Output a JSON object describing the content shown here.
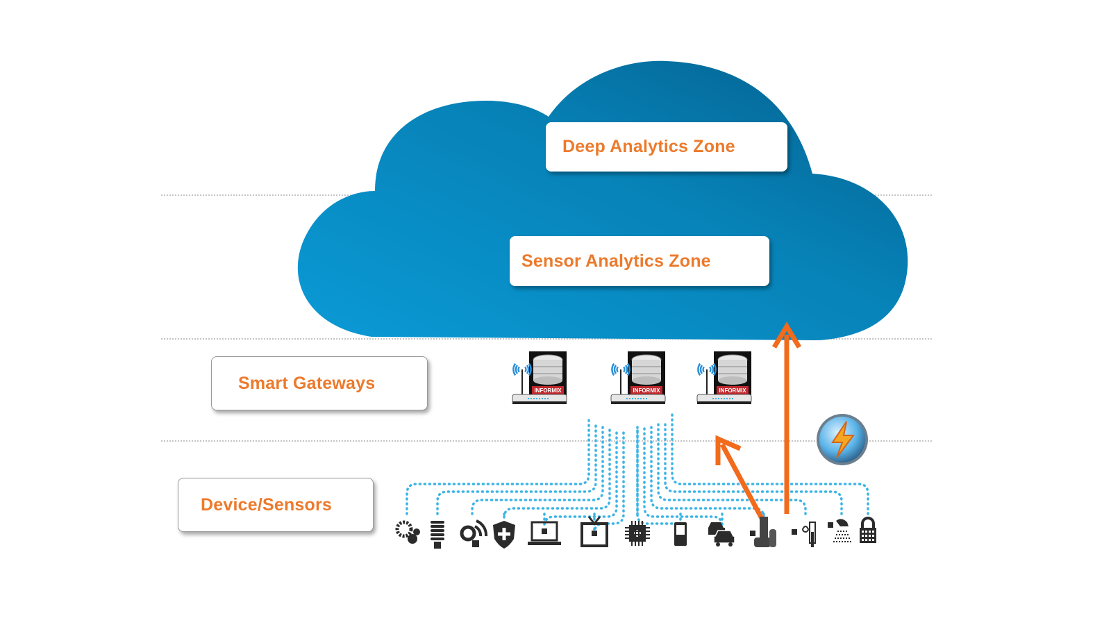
{
  "colors": {
    "accent_orange": "#ec7a2c",
    "cloud_blue_light": "#0a93cc",
    "cloud_blue_dark": "#05608f",
    "connector_blue": "#3cb4e6",
    "arrow_orange": "#f26a1b"
  },
  "zones": {
    "deep_analytics": "Deep Analytics Zone",
    "sensor_analytics": "Sensor Analytics Zone"
  },
  "layers": {
    "smart_gateways": "Smart Gateways",
    "device_sensors": "Device/Sensors"
  },
  "gateways": [
    {
      "badge": "INFORMIX",
      "icon": "wifi-router-database-icon"
    },
    {
      "badge": "INFORMIX",
      "icon": "wifi-router-database-icon"
    },
    {
      "badge": "INFORMIX",
      "icon": "wifi-router-database-icon"
    }
  ],
  "devices": [
    {
      "icon": "gears-icon"
    },
    {
      "icon": "light-bulb-icon"
    },
    {
      "icon": "wireless-sensor-icon"
    },
    {
      "icon": "security-shield-icon"
    },
    {
      "icon": "laptop-icon"
    },
    {
      "icon": "television-icon"
    },
    {
      "icon": "microchip-icon"
    },
    {
      "icon": "mobile-phone-icon"
    },
    {
      "icon": "cars-icon"
    },
    {
      "icon": "industrial-pump-icon"
    },
    {
      "icon": "thermometer-humidity-icon"
    },
    {
      "icon": "shower-icon"
    },
    {
      "icon": "smart-lock-icon"
    }
  ],
  "streaming_badge": {
    "icon": "lightning-stream-icon"
  }
}
